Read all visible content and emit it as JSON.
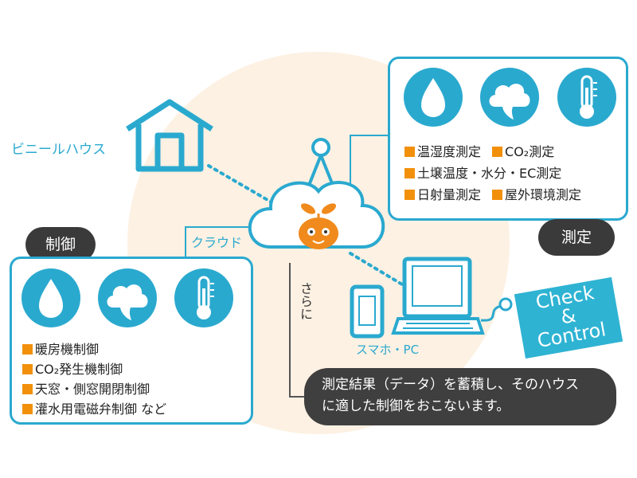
{
  "labels": {
    "greenhouse": "ビニールハウス",
    "cloud": "クラウド",
    "devices": "スマホ・PC",
    "furthermore": "さらに"
  },
  "control": {
    "title": "制御",
    "icons": [
      "drop-icon",
      "cloud-icon",
      "thermometer-icon"
    ],
    "items": [
      "暖房機制御",
      "CO₂発生機制御",
      "天窓・側窓開閉制御",
      "灌水用電磁弁制御 など"
    ]
  },
  "measurement": {
    "title": "測定",
    "icons": [
      "drop-icon",
      "cloud-icon",
      "thermometer-icon"
    ],
    "rows": [
      [
        "温湿度測定",
        "CO₂測定"
      ],
      [
        "土壌温度・水分・EC測定"
      ],
      [
        "日射量測定",
        "屋外環境測定"
      ]
    ]
  },
  "check_control": {
    "line1": "Check",
    "line2": "&",
    "line3": "Control"
  },
  "note": {
    "line1": "測定結果（データ）を蓄積し、そのハウス",
    "line2": "に適した制御をおこないます。"
  },
  "colors": {
    "accent": "#2aa9cf",
    "bullet": "#f2900c",
    "dark": "#3a3a3a",
    "mascot": "#f08a1c",
    "background_circle": "#fdf1e3"
  }
}
